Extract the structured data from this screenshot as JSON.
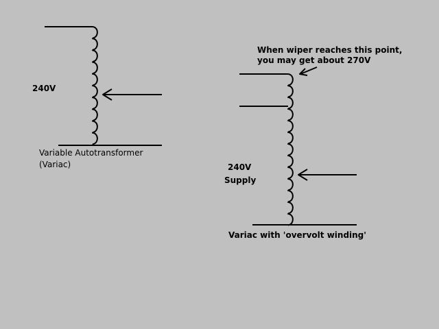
{
  "colors": {
    "background": "#c0c0c0",
    "ink": "#000000"
  },
  "left_diagram": {
    "voltage_label": "240V",
    "caption_line1": "Variable Autotransformer",
    "caption_line2": "(Variac)"
  },
  "right_diagram": {
    "note_line1": "When wiper reaches this point,",
    "note_line2": "you may get about 270V",
    "voltage_label": "240V",
    "supply_label": "Supply",
    "caption": "Variac with 'overvolt winding'"
  }
}
